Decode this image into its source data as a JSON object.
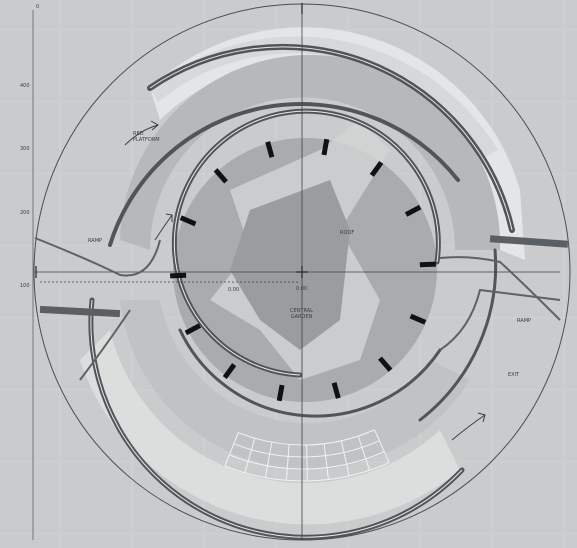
{
  "diagram": {
    "colors": {
      "background": "#c9cbcc",
      "wall": "#555a5e",
      "light_floor": "#e6e6e6",
      "mid_floor": "#b4b6b8",
      "dark_floor": "#9ea1a3",
      "column": "#111111",
      "line": "#4a4e52"
    },
    "labels": {
      "top_left_ramp": "RED\nPLATFORM",
      "left_mid": "RAMP",
      "center_top": "ROOF",
      "center": "CENTRAL\nGARDEN",
      "right_ramp": "RAMP",
      "right_lower": "EXIT",
      "axis_label_x": "0.00",
      "axis_label_center": "0.00"
    },
    "ruler": {
      "marks": [
        "400",
        "300",
        "200",
        "100",
        "0"
      ]
    },
    "column_count": 14
  }
}
